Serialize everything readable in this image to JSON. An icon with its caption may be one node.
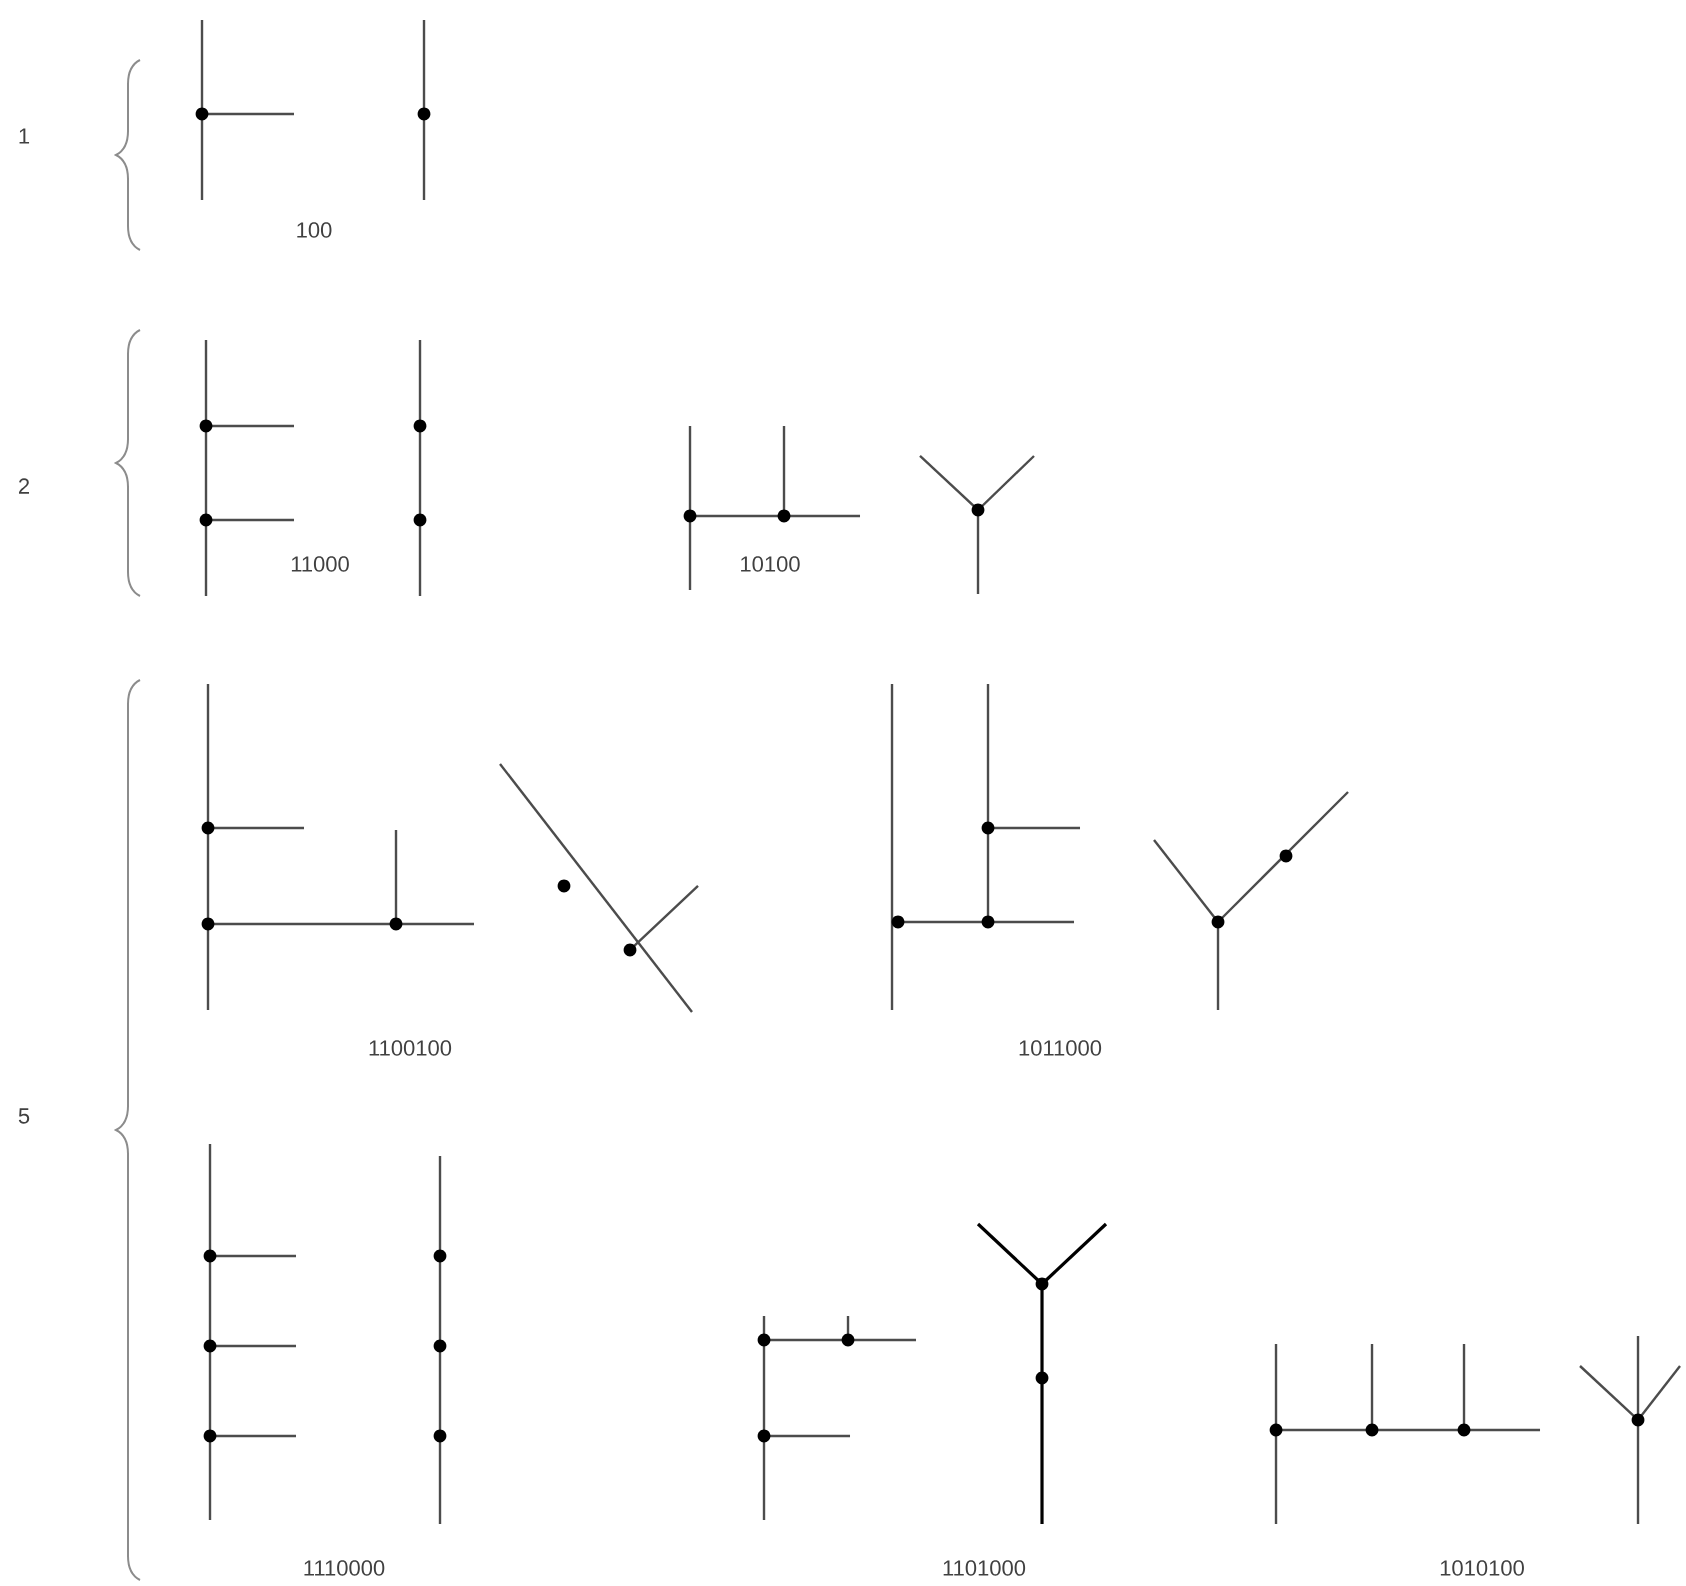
{
  "diagram": {
    "labels": [
      "1",
      "100",
      "2",
      "11000",
      "10100",
      "5",
      "1100100",
      "1011000",
      "1110000",
      "1101000",
      "1010100"
    ]
  }
}
